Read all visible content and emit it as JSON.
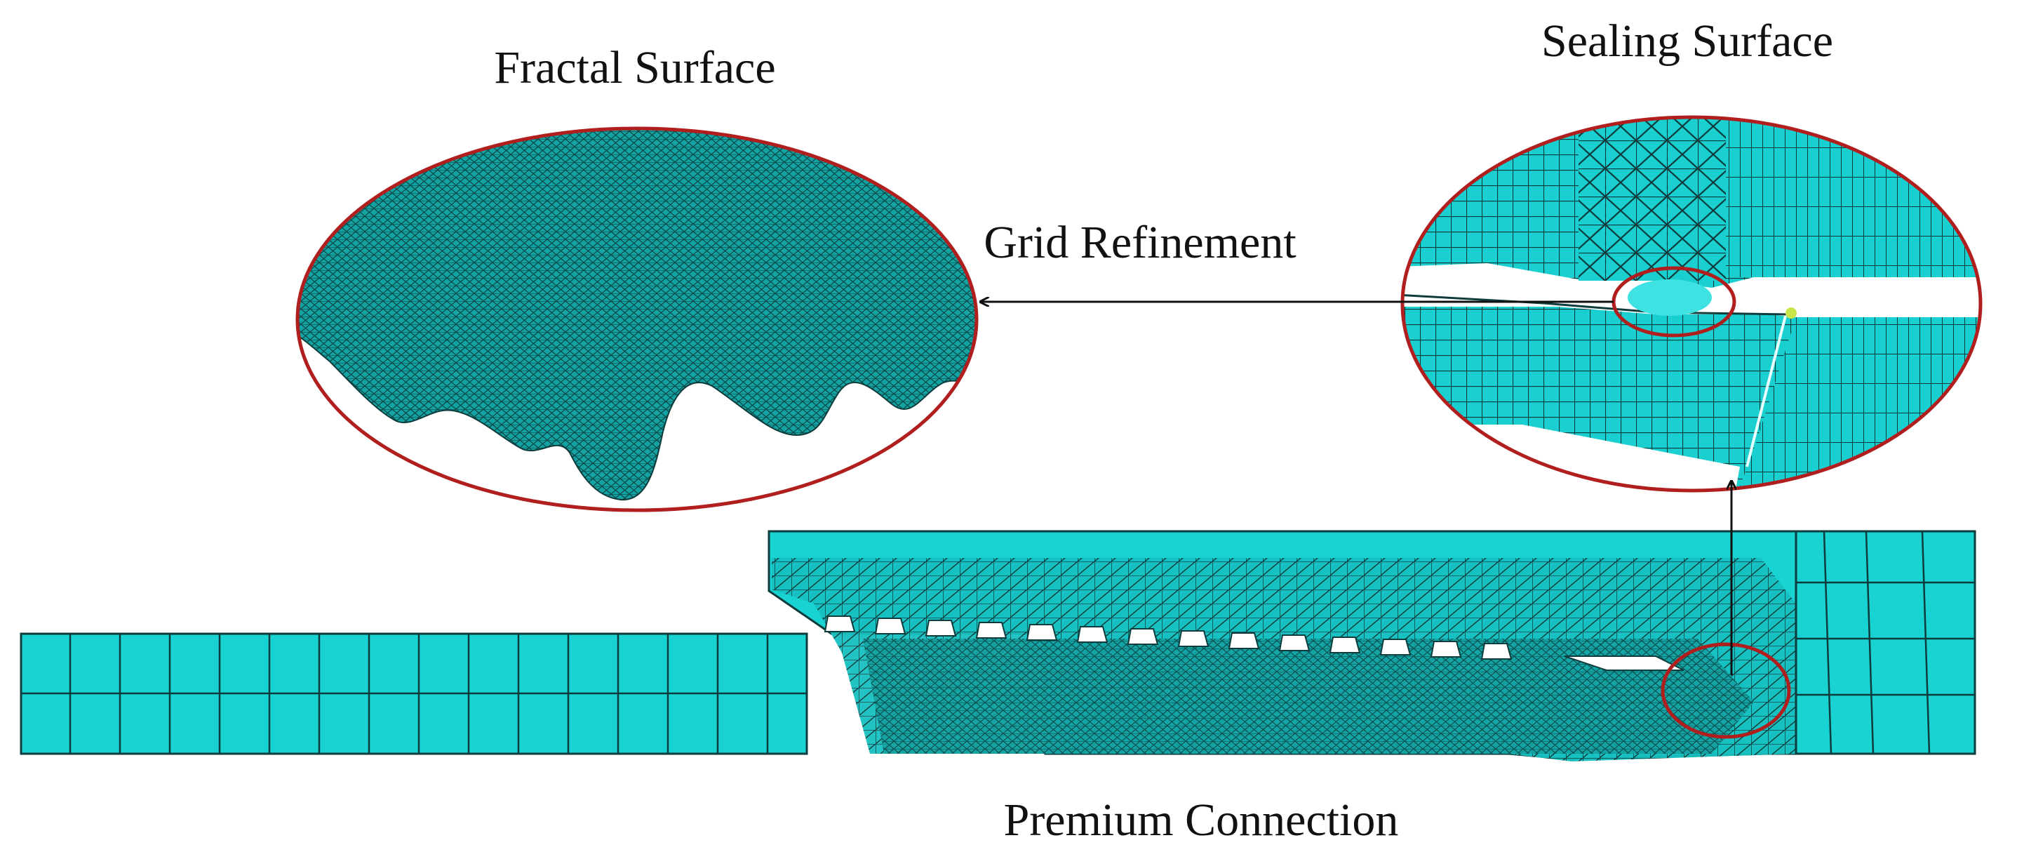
{
  "labels": {
    "fractal_surface": "Fractal Surface",
    "sealing_surface": "Sealing Surface",
    "grid_refinement": "Grid Refinement",
    "premium_connection": "Premium Connection"
  },
  "colors": {
    "mesh_fill": "#14A5A5",
    "mesh_fill_light": "#19D2D2",
    "mesh_line": "#0E3B3B",
    "highlight_ellipse": "#B01E1E",
    "arrow": "#111111",
    "background": "#FFFFFF"
  }
}
